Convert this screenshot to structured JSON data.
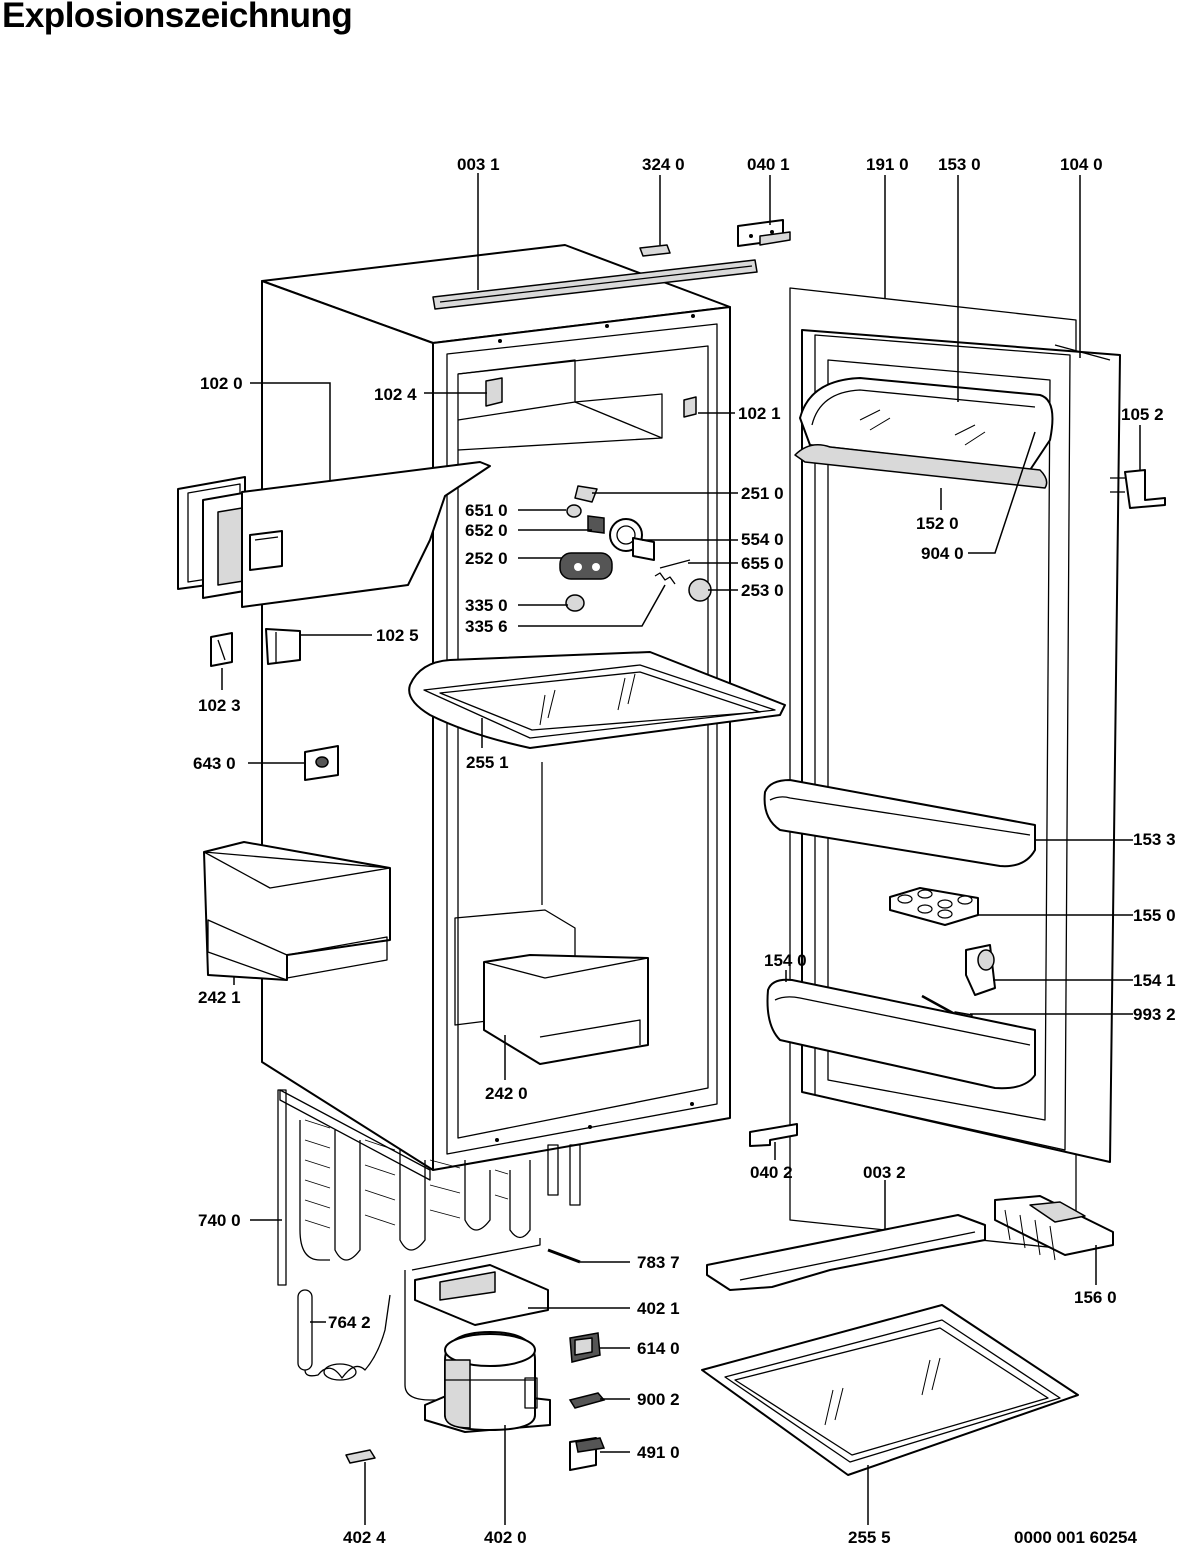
{
  "title": "Explosionszeichnung",
  "document_number": "0000 001 60254",
  "part_labels": {
    "p0031": "003 1",
    "p3240": "324 0",
    "p0401": "040 1",
    "p1910": "191 0",
    "p1530": "153 0",
    "p1040": "104 0",
    "p1020": "102 0",
    "p1024": "102 4",
    "p1021": "102 1",
    "p1052": "105 2",
    "p2510": "251 0",
    "p6510": "651 0",
    "p6520": "652 0",
    "p5540": "554 0",
    "p2520": "252 0",
    "p6550": "655 0",
    "p2530": "253 0",
    "p3350": "335 0",
    "p3356": "335 6",
    "p1520": "152 0",
    "p9040": "904 0",
    "p1025": "102 5",
    "p1023": "102 3",
    "p2551": "255 1",
    "p6430": "643 0",
    "p1533": "153 3",
    "p1550": "155 0",
    "p2421": "242 1",
    "p1540": "154 0",
    "p1541": "154 1",
    "p9932": "993 2",
    "p2420": "242 0",
    "p0402": "040 2",
    "p0032": "003 2",
    "p7400": "740 0",
    "p7837": "783 7",
    "p1560": "156 0",
    "p4021": "402 1",
    "p7642": "764 2",
    "p6140": "614 0",
    "p9002": "900 2",
    "p4910": "491 0",
    "p4024": "402 4",
    "p4020": "402 0",
    "p2555": "255 5"
  }
}
